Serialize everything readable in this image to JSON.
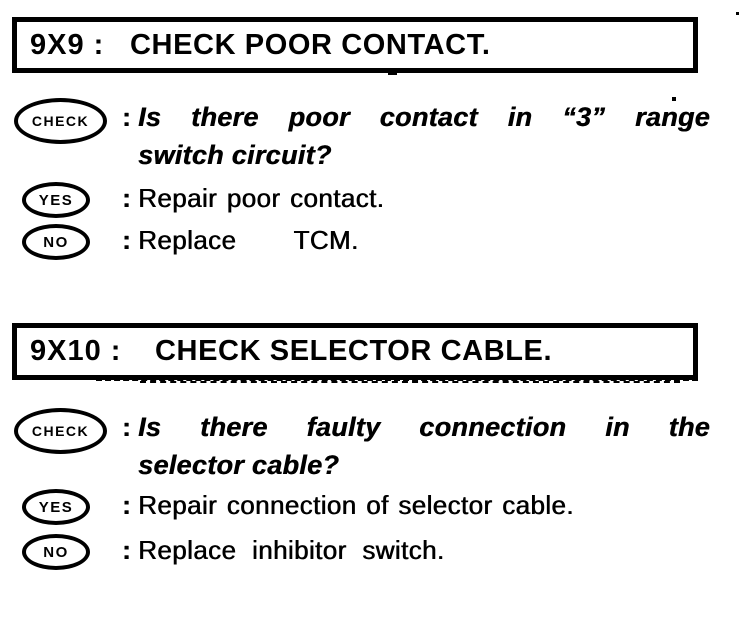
{
  "ui": {
    "colon": ":"
  },
  "sections": [
    {
      "code": "9X9 :",
      "title": "CHECK POOR CONTACT.",
      "check": {
        "badge": "CHECK",
        "question_line1": "Is there poor contact in “3” range",
        "question_line2": "switch circuit?"
      },
      "yes": {
        "badge": "YES",
        "text": "Repair poor contact."
      },
      "no": {
        "badge": "NO",
        "text": "Replace TCM."
      }
    },
    {
      "code": "9X10 :",
      "title": "CHECK SELECTOR CABLE.",
      "check": {
        "badge": "CHECK",
        "question_line1": "Is there faulty connection in the",
        "question_line2": "selector cable?"
      },
      "yes": {
        "badge": "YES",
        "text": "Repair connection of selector cable."
      },
      "no": {
        "badge": "NO",
        "text": "Replace inhibitor switch."
      }
    }
  ]
}
